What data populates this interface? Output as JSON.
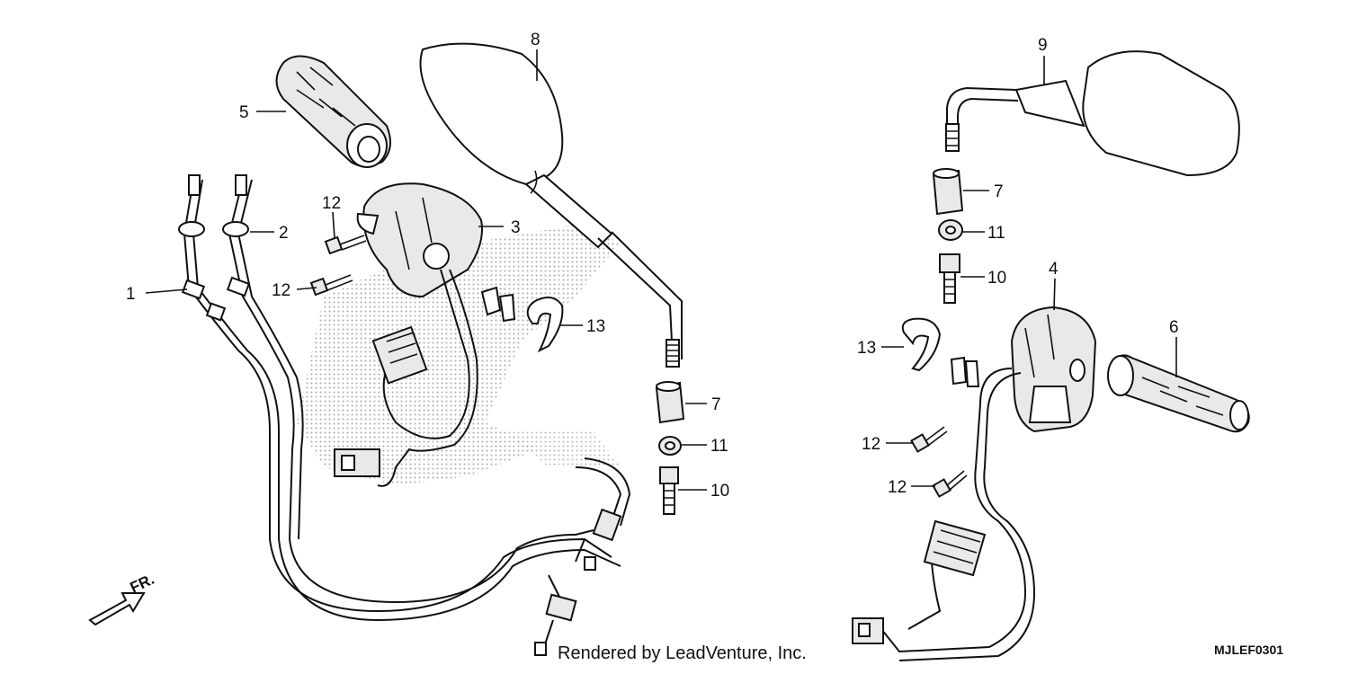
{
  "callouts": [
    {
      "id": "c1",
      "text": "1"
    },
    {
      "id": "c2",
      "text": "2"
    },
    {
      "id": "c3",
      "text": "3"
    },
    {
      "id": "c4",
      "text": "4"
    },
    {
      "id": "c5",
      "text": "5"
    },
    {
      "id": "c6",
      "text": "6"
    },
    {
      "id": "c7a",
      "text": "7"
    },
    {
      "id": "c7b",
      "text": "7"
    },
    {
      "id": "c8",
      "text": "8"
    },
    {
      "id": "c9",
      "text": "9"
    },
    {
      "id": "c10a",
      "text": "10"
    },
    {
      "id": "c10b",
      "text": "10"
    },
    {
      "id": "c11a",
      "text": "11"
    },
    {
      "id": "c11b",
      "text": "11"
    },
    {
      "id": "c12a",
      "text": "12"
    },
    {
      "id": "c12b",
      "text": "12"
    },
    {
      "id": "c12c",
      "text": "12"
    },
    {
      "id": "c12d",
      "text": "12"
    },
    {
      "id": "c13a",
      "text": "13"
    },
    {
      "id": "c13b",
      "text": "13"
    }
  ],
  "direction_marker": "FR.",
  "footer": {
    "rendered_by": "Rendered by LeadVenture, Inc.",
    "diagram_code": "MJLEF0301"
  },
  "colors": {
    "line": "#111111",
    "background": "#ffffff",
    "shade": "#cfcfcf"
  }
}
